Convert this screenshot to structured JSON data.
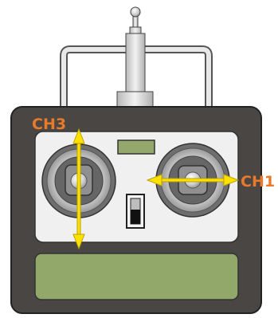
{
  "labels": {
    "left_channel": "CH3",
    "right_channel": "CH1"
  },
  "colors": {
    "body": "#4a4643",
    "face": "#f0f0f0",
    "screen": "#92a86a",
    "indicator": "#93a86a",
    "arrow": "#ffe000",
    "arrow_outline": "#b9a400",
    "label": "#e87a2a",
    "stick_metal": "#dcdcdc"
  },
  "sticks": {
    "left": {
      "axis": "vertical"
    },
    "right": {
      "axis": "horizontal"
    }
  },
  "switch": {
    "position": "down"
  }
}
